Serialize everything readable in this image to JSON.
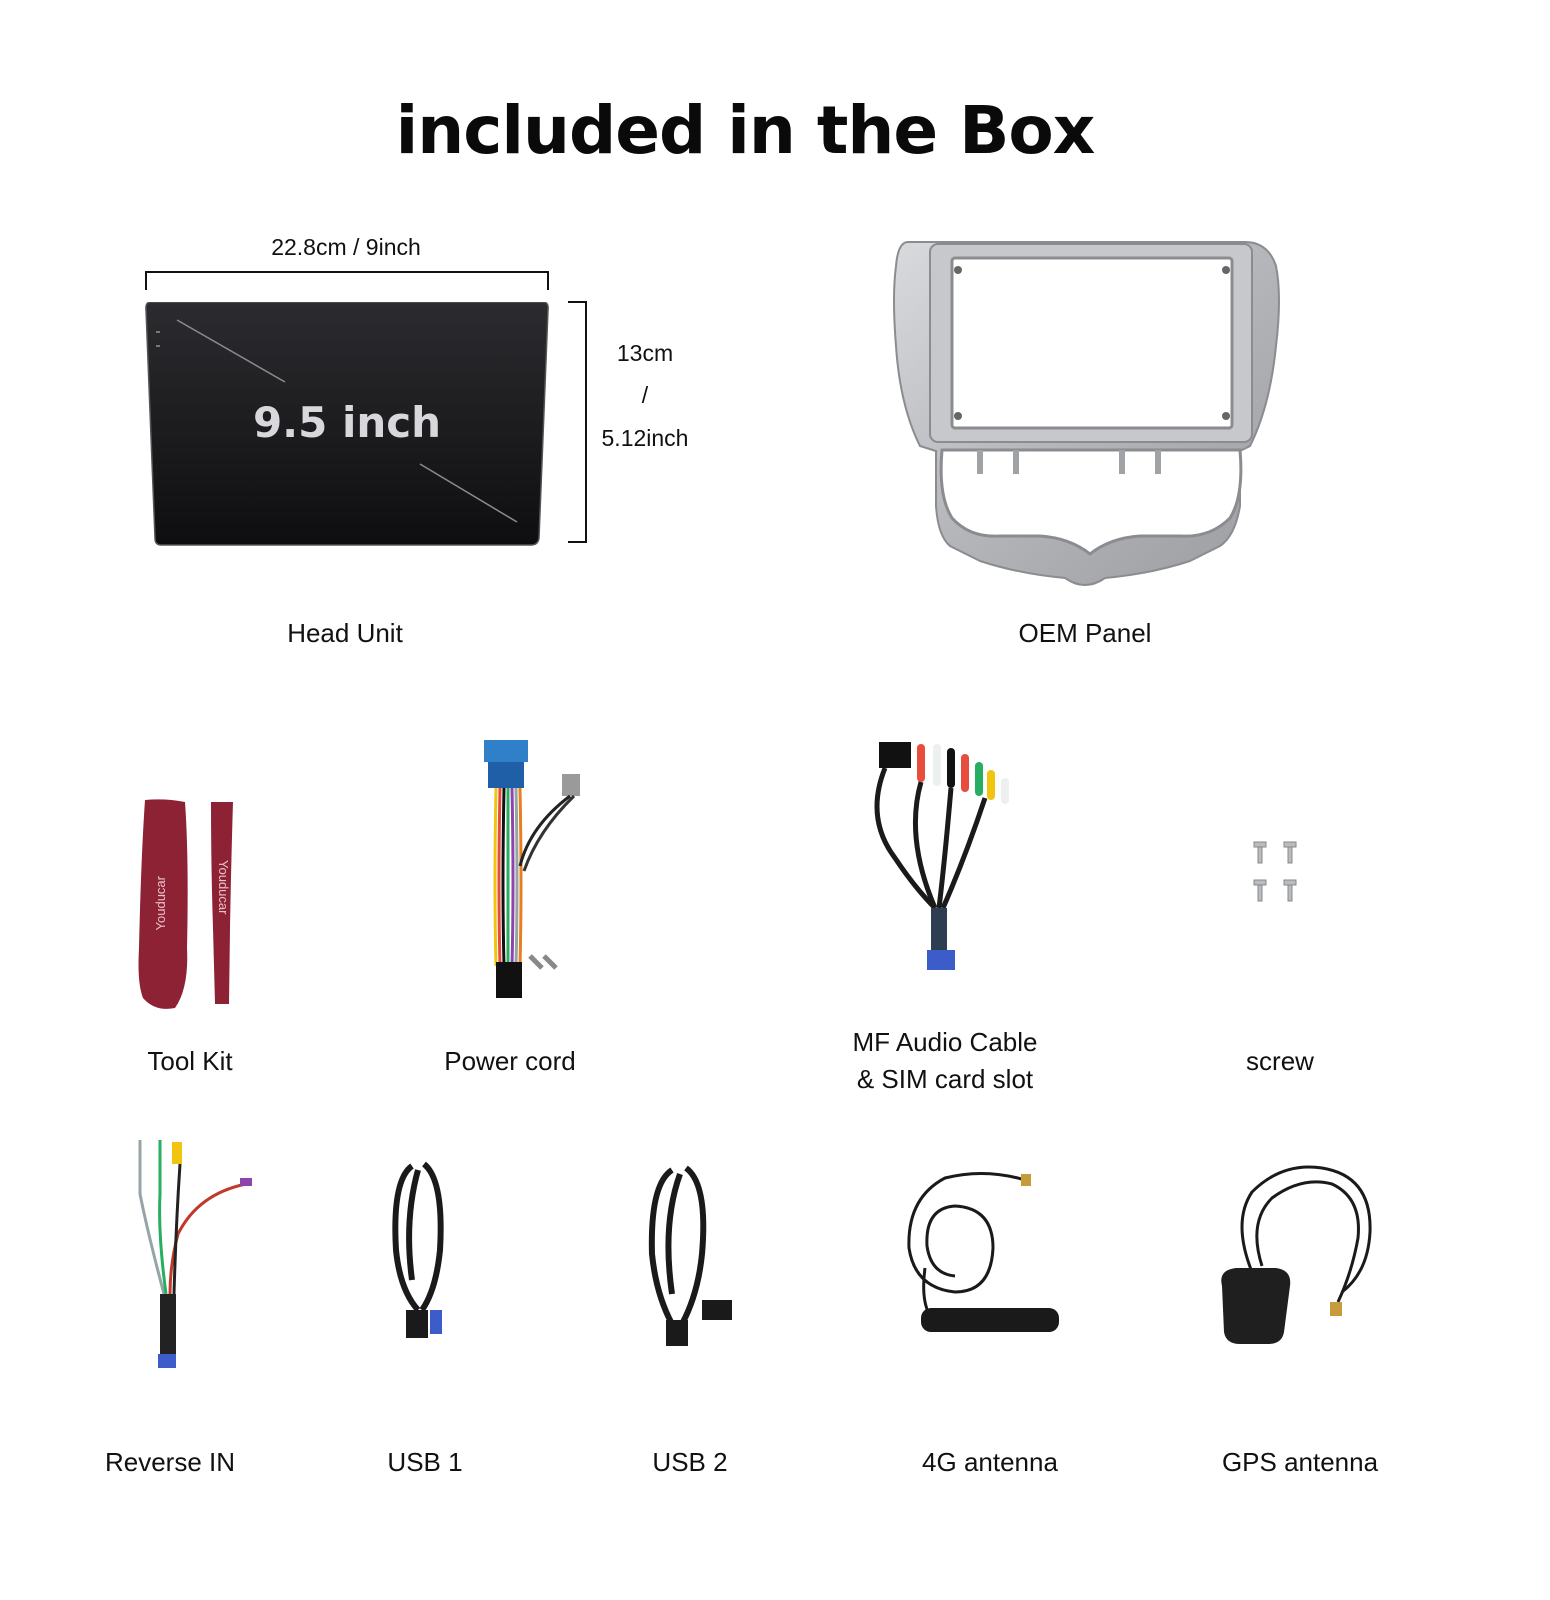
{
  "title": "included in the Box",
  "head_unit": {
    "width_label": "22.8cm / 9inch",
    "height_line1": "13cm",
    "height_line2": "/",
    "height_line3": "5.12inch",
    "screen_text": "9.5 inch",
    "caption": "Head Unit"
  },
  "oem_panel": {
    "caption": "OEM Panel"
  },
  "row2": {
    "tool_kit": {
      "caption": "Tool Kit",
      "brand": "Youducar"
    },
    "power_cord": {
      "caption": "Power cord"
    },
    "mf_audio": {
      "caption_line1": "MF Audio Cable",
      "caption_line2": "& SIM card slot"
    },
    "screw": {
      "caption": "screw"
    }
  },
  "row3": {
    "reverse_in": {
      "caption": "Reverse IN"
    },
    "usb1": {
      "caption": "USB 1"
    },
    "usb2": {
      "caption": "USB 2"
    },
    "antenna_4g": {
      "caption": "4G antenna"
    },
    "gps_antenna": {
      "caption": "GPS antenna"
    }
  }
}
